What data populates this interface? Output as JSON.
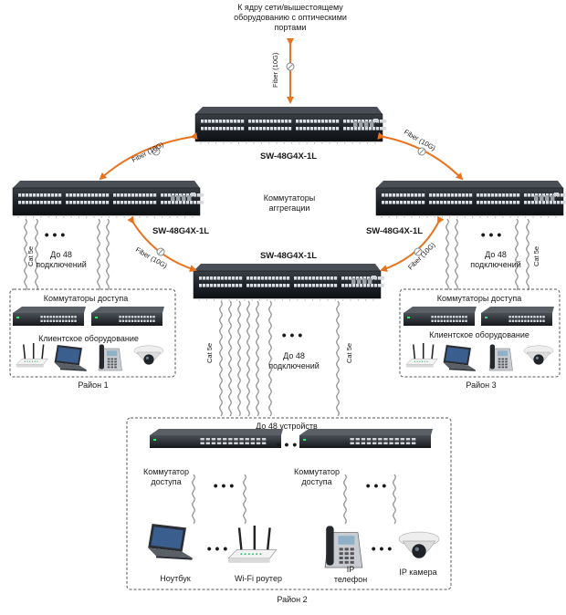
{
  "core_uplink_label": [
    "К ядру сети/вышестоящему",
    "оборудованию с оптическими",
    "портами"
  ],
  "fiber_label": "Fiber (10G)",
  "cat_label": "Cat 5e",
  "switch_name": "SW-48G4X-1L",
  "aggregation_label": [
    "Коммутаторы",
    "аггрегации"
  ],
  "up_to_48_connections": [
    "До 48",
    "подключений"
  ],
  "district1": {
    "title": "Район 1",
    "access_switches": "Коммутаторы доступа",
    "client_equipment": "Клиентское оборудование"
  },
  "district3": {
    "title": "Район 3",
    "access_switches": "Коммутаторы доступа",
    "client_equipment": "Клиентское оборудование"
  },
  "district2": {
    "title": "Район 2",
    "up_to_48_devices": "До 48 устройств",
    "access_switch": [
      "Коммутатор",
      "доступа"
    ],
    "devices": {
      "laptop": "Ноутбук",
      "wifi_router": "Wi-Fi роутер",
      "ip_phone": [
        "IP",
        "телефон"
      ],
      "ip_camera": "IP камера"
    }
  },
  "colors": {
    "fiber_arrow": "#e8731e",
    "switch_body": "#1e2227",
    "district_border": "#555555"
  }
}
